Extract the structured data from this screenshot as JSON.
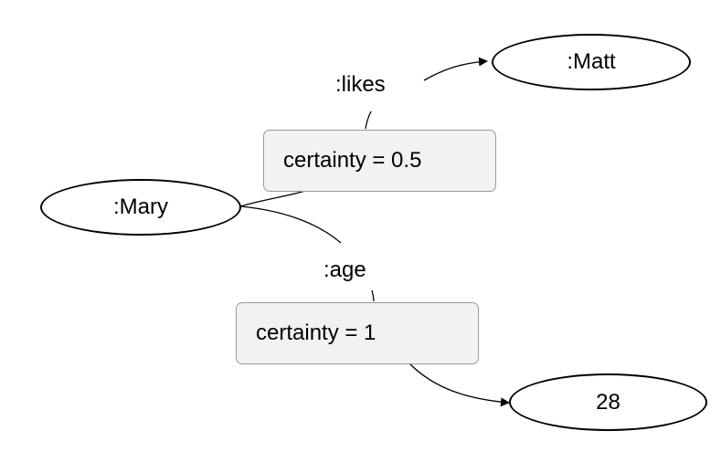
{
  "nodes": {
    "mary": ":Mary",
    "matt": ":Matt",
    "age_value": "28"
  },
  "edges": {
    "likes": ":likes",
    "age": ":age"
  },
  "annotations": {
    "likes_certainty": "certainty = 0.5",
    "age_certainty": "certainty = 1"
  }
}
